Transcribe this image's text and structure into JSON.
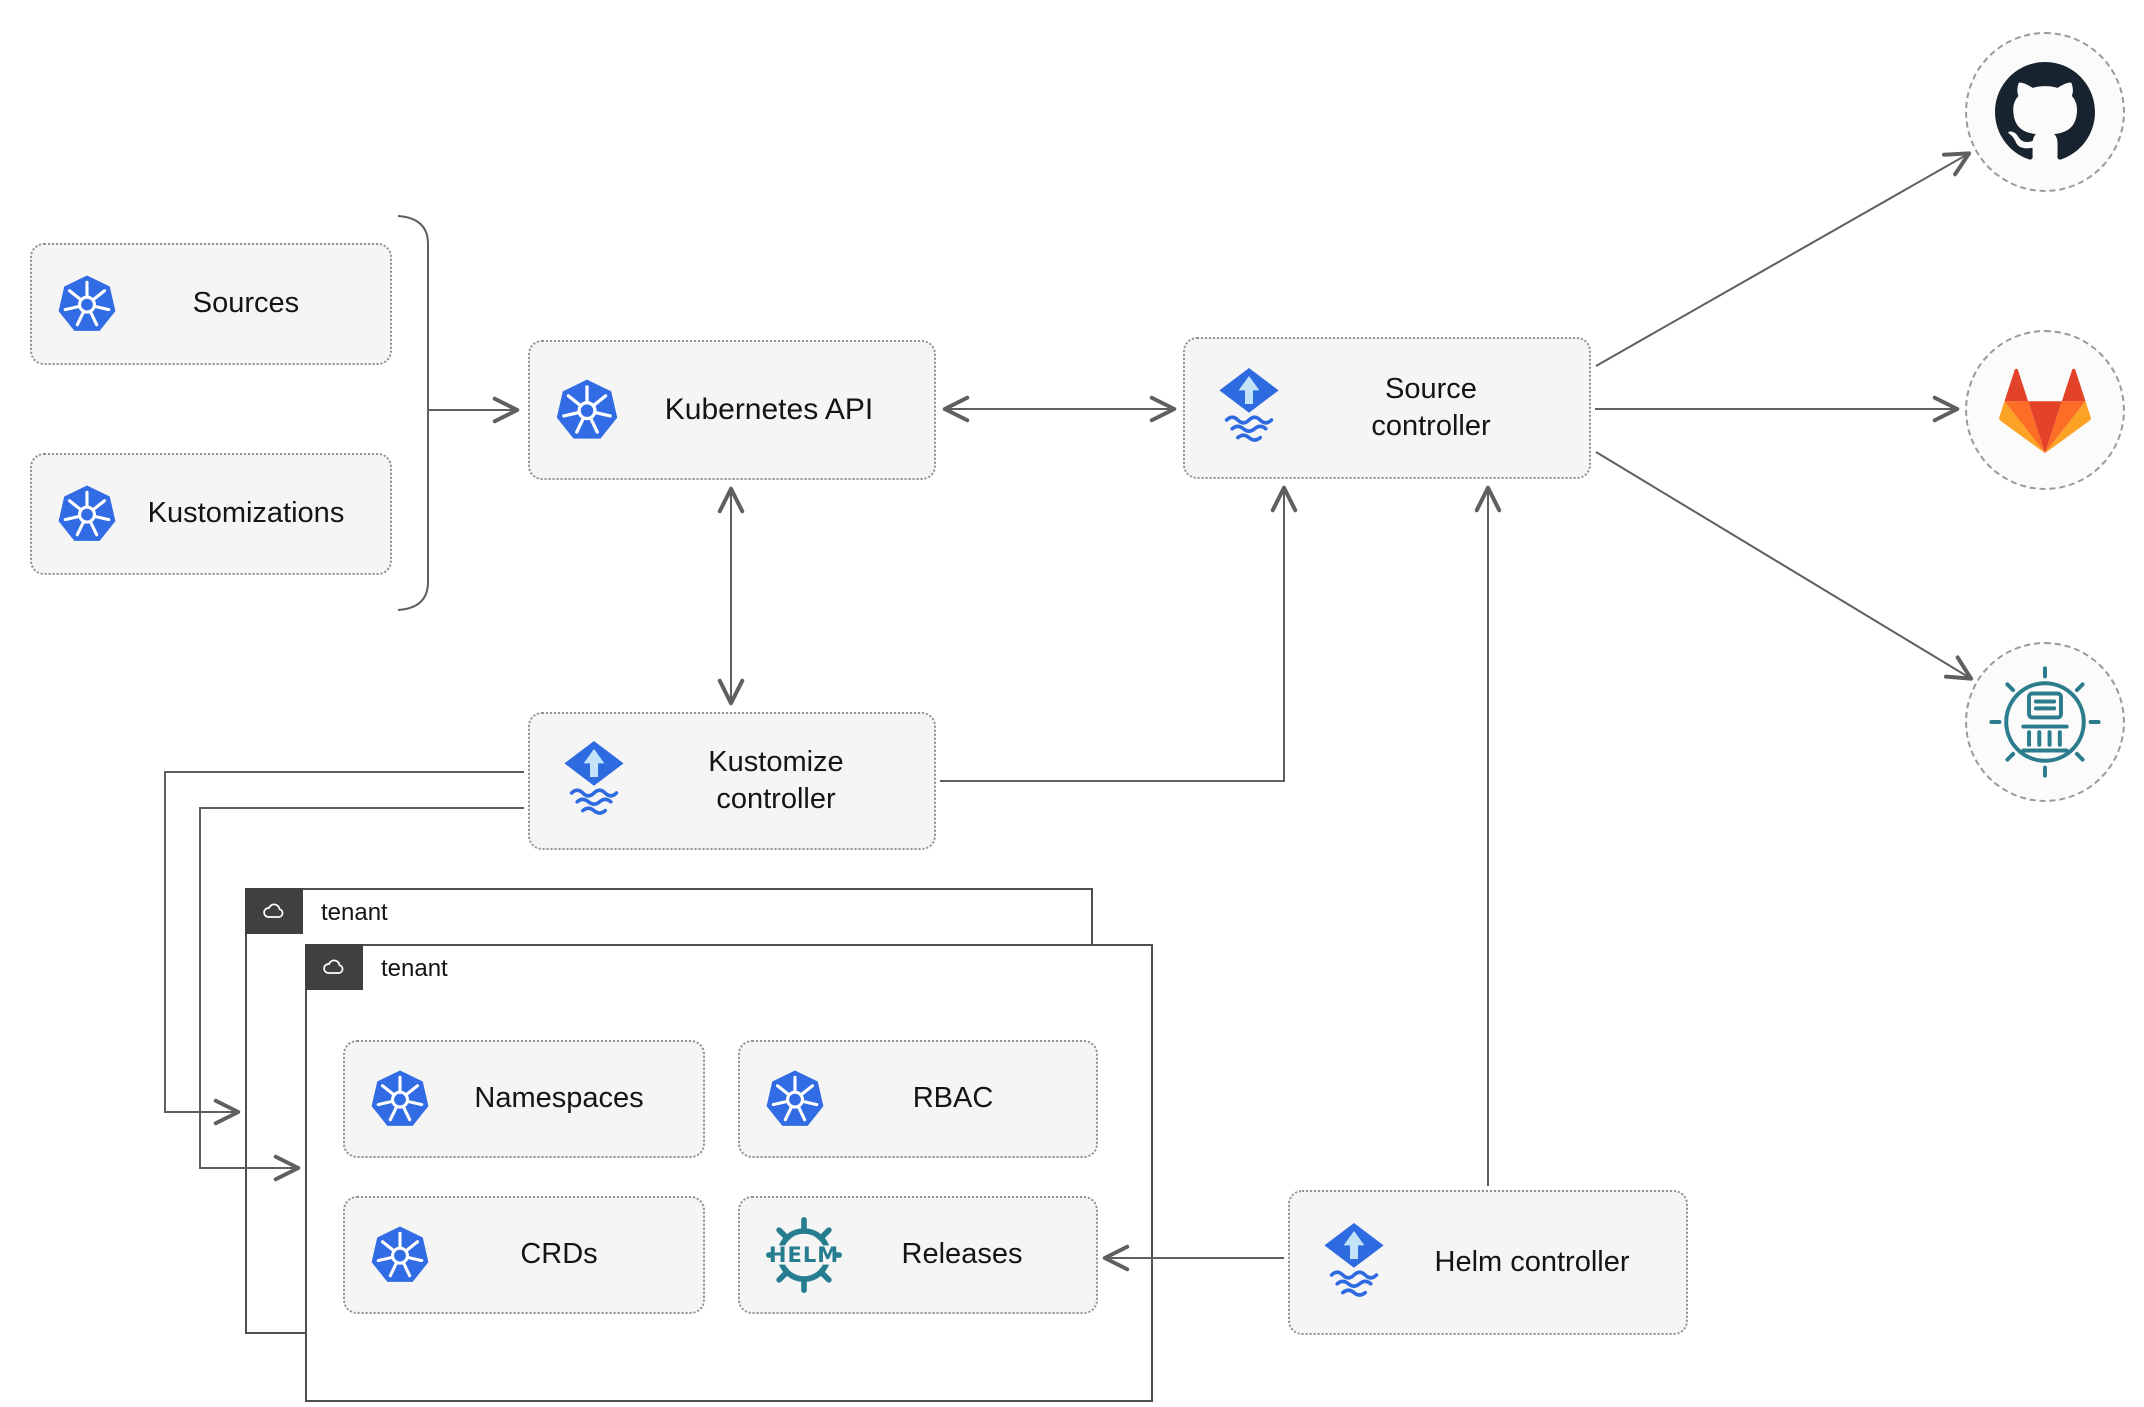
{
  "nodes": {
    "sources": {
      "label": "Sources",
      "icon": "kubernetes-icon"
    },
    "kustomizations": {
      "label": "Kustomizations",
      "icon": "kubernetes-icon"
    },
    "kubernetes_api": {
      "label": "Kubernetes API",
      "icon": "kubernetes-icon"
    },
    "source_controller": {
      "label": "Source controller",
      "icon": "flux-icon"
    },
    "kustomize_controller": {
      "label": "Kustomize controller",
      "icon": "flux-icon"
    },
    "helm_controller": {
      "label": "Helm controller",
      "icon": "flux-icon"
    },
    "namespaces": {
      "label": "Namespaces",
      "icon": "kubernetes-icon"
    },
    "rbac": {
      "label": "RBAC",
      "icon": "kubernetes-icon"
    },
    "crds": {
      "label": "CRDs",
      "icon": "kubernetes-icon"
    },
    "releases": {
      "label": "Releases",
      "icon": "helm-icon",
      "icon_text": "HELM"
    }
  },
  "groups": {
    "tenant_back": {
      "label": "tenant",
      "icon": "cloud-icon"
    },
    "tenant_front": {
      "label": "tenant",
      "icon": "cloud-icon"
    }
  },
  "endpoints": {
    "github": {
      "icon": "github-icon"
    },
    "gitlab": {
      "icon": "gitlab-icon"
    },
    "registry": {
      "icon": "container-registry-icon"
    }
  },
  "edges": [
    {
      "from": "sources_and_kustomizations_bracket",
      "to": "kubernetes_api",
      "arrow": "single"
    },
    {
      "from": "kubernetes_api",
      "to": "source_controller",
      "arrow": "double"
    },
    {
      "from": "kubernetes_api",
      "to": "kustomize_controller",
      "arrow": "double"
    },
    {
      "from": "kustomize_controller",
      "to": "source_controller",
      "arrow": "single"
    },
    {
      "from": "helm_controller",
      "to": "source_controller",
      "arrow": "single"
    },
    {
      "from": "source_controller",
      "to": "github",
      "arrow": "single"
    },
    {
      "from": "source_controller",
      "to": "gitlab",
      "arrow": "single"
    },
    {
      "from": "source_controller",
      "to": "registry",
      "arrow": "single"
    },
    {
      "from": "helm_controller",
      "to": "releases",
      "arrow": "single"
    },
    {
      "from": "kustomize_controller",
      "to": "tenant_back",
      "arrow": "single"
    },
    {
      "from": "kustomize_controller",
      "to": "tenant_front",
      "arrow": "single"
    }
  ],
  "colors": {
    "kubernetes_blue": "#326ce5",
    "flux_blue": "#2f6be0",
    "flux_arrow_light": "#c3e3f9",
    "helm_teal": "#257d8f",
    "github_dark": "#182330",
    "gitlab_red": "#e24329",
    "gitlab_orange": "#fc6d26",
    "gitlab_yellow": "#fca326",
    "registry_teal": "#2b7d8e",
    "node_fill": "#f5f5f5",
    "node_border": "#909090",
    "edge_gray": "#5f5f5f",
    "tenant_border": "#4f4f4f",
    "tab_fill": "#404040"
  }
}
